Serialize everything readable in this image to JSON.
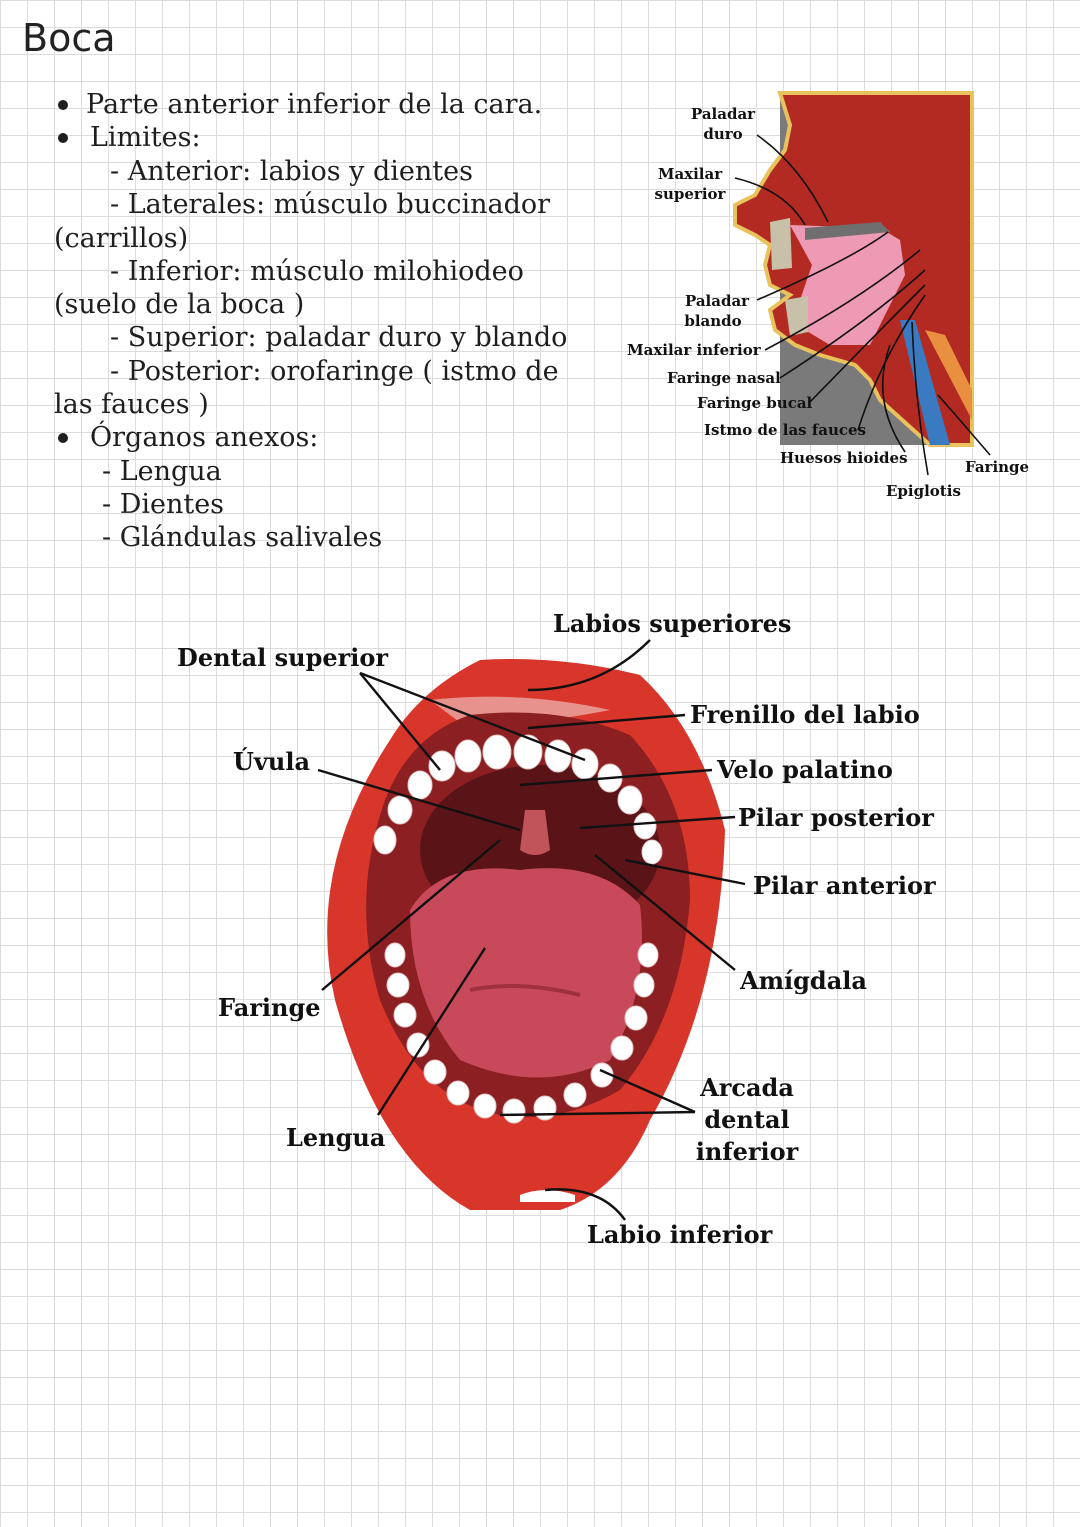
{
  "page": {
    "title": "Boca"
  },
  "notes": {
    "lines": [
      "Parte anterior inferior de la cara.",
      "Limites:",
      "- Anterior: labios y dientes",
      "- Laterales: músculo buccinador",
      "(carrillos)",
      "- Inferior: músculo milohiodeo",
      "(suelo de la boca )",
      "- Superior: paladar duro y blando",
      "- Posterior: orofaringe ( istmo de",
      "las fauces )",
      "Órganos anexos:",
      "- Lengua",
      "- Dientes",
      "- Glándulas salivales"
    ]
  },
  "sagittal_figure": {
    "labels": {
      "paladar_duro_1": "Paladar",
      "paladar_duro_2": "duro",
      "maxilar_superior_1": "Maxilar",
      "maxilar_superior_2": "superior",
      "paladar_blando_1": "Paladar",
      "paladar_blando_2": "blando",
      "maxilar_inferior": "Maxilar inferior",
      "faringe_nasal": "Faringe nasal",
      "faringe_bucal": "Faringe bucal",
      "istmo": "Istmo de las fauces",
      "huesos_hioides": "Huesos hioides",
      "epiglotis": "Epiglotis",
      "faringe": "Faringe"
    }
  },
  "mouth_figure": {
    "labels": {
      "labios_superiores": "Labios superiores",
      "dental_superior": "Dental superior",
      "frenillo": "Frenillo del labio",
      "uvula": "Úvula",
      "velo": "Velo palatino",
      "pilar_posterior": "Pilar posterior",
      "pilar_anterior": "Pilar anterior",
      "amigdala": "Amígdala",
      "faringe": "Faringe",
      "arcada_1": "Arcada",
      "arcada_2": "dental",
      "arcada_3": "inferior",
      "lengua": "Lengua",
      "labio_inferior": "Labio inferior"
    }
  },
  "colors": {
    "lip_red": "#d8362a",
    "tongue": "#c84a5a",
    "tissue_pink": "#ee9ab5",
    "throat_dark": "#5a1418",
    "gray_bg": "#7a7a7a"
  }
}
